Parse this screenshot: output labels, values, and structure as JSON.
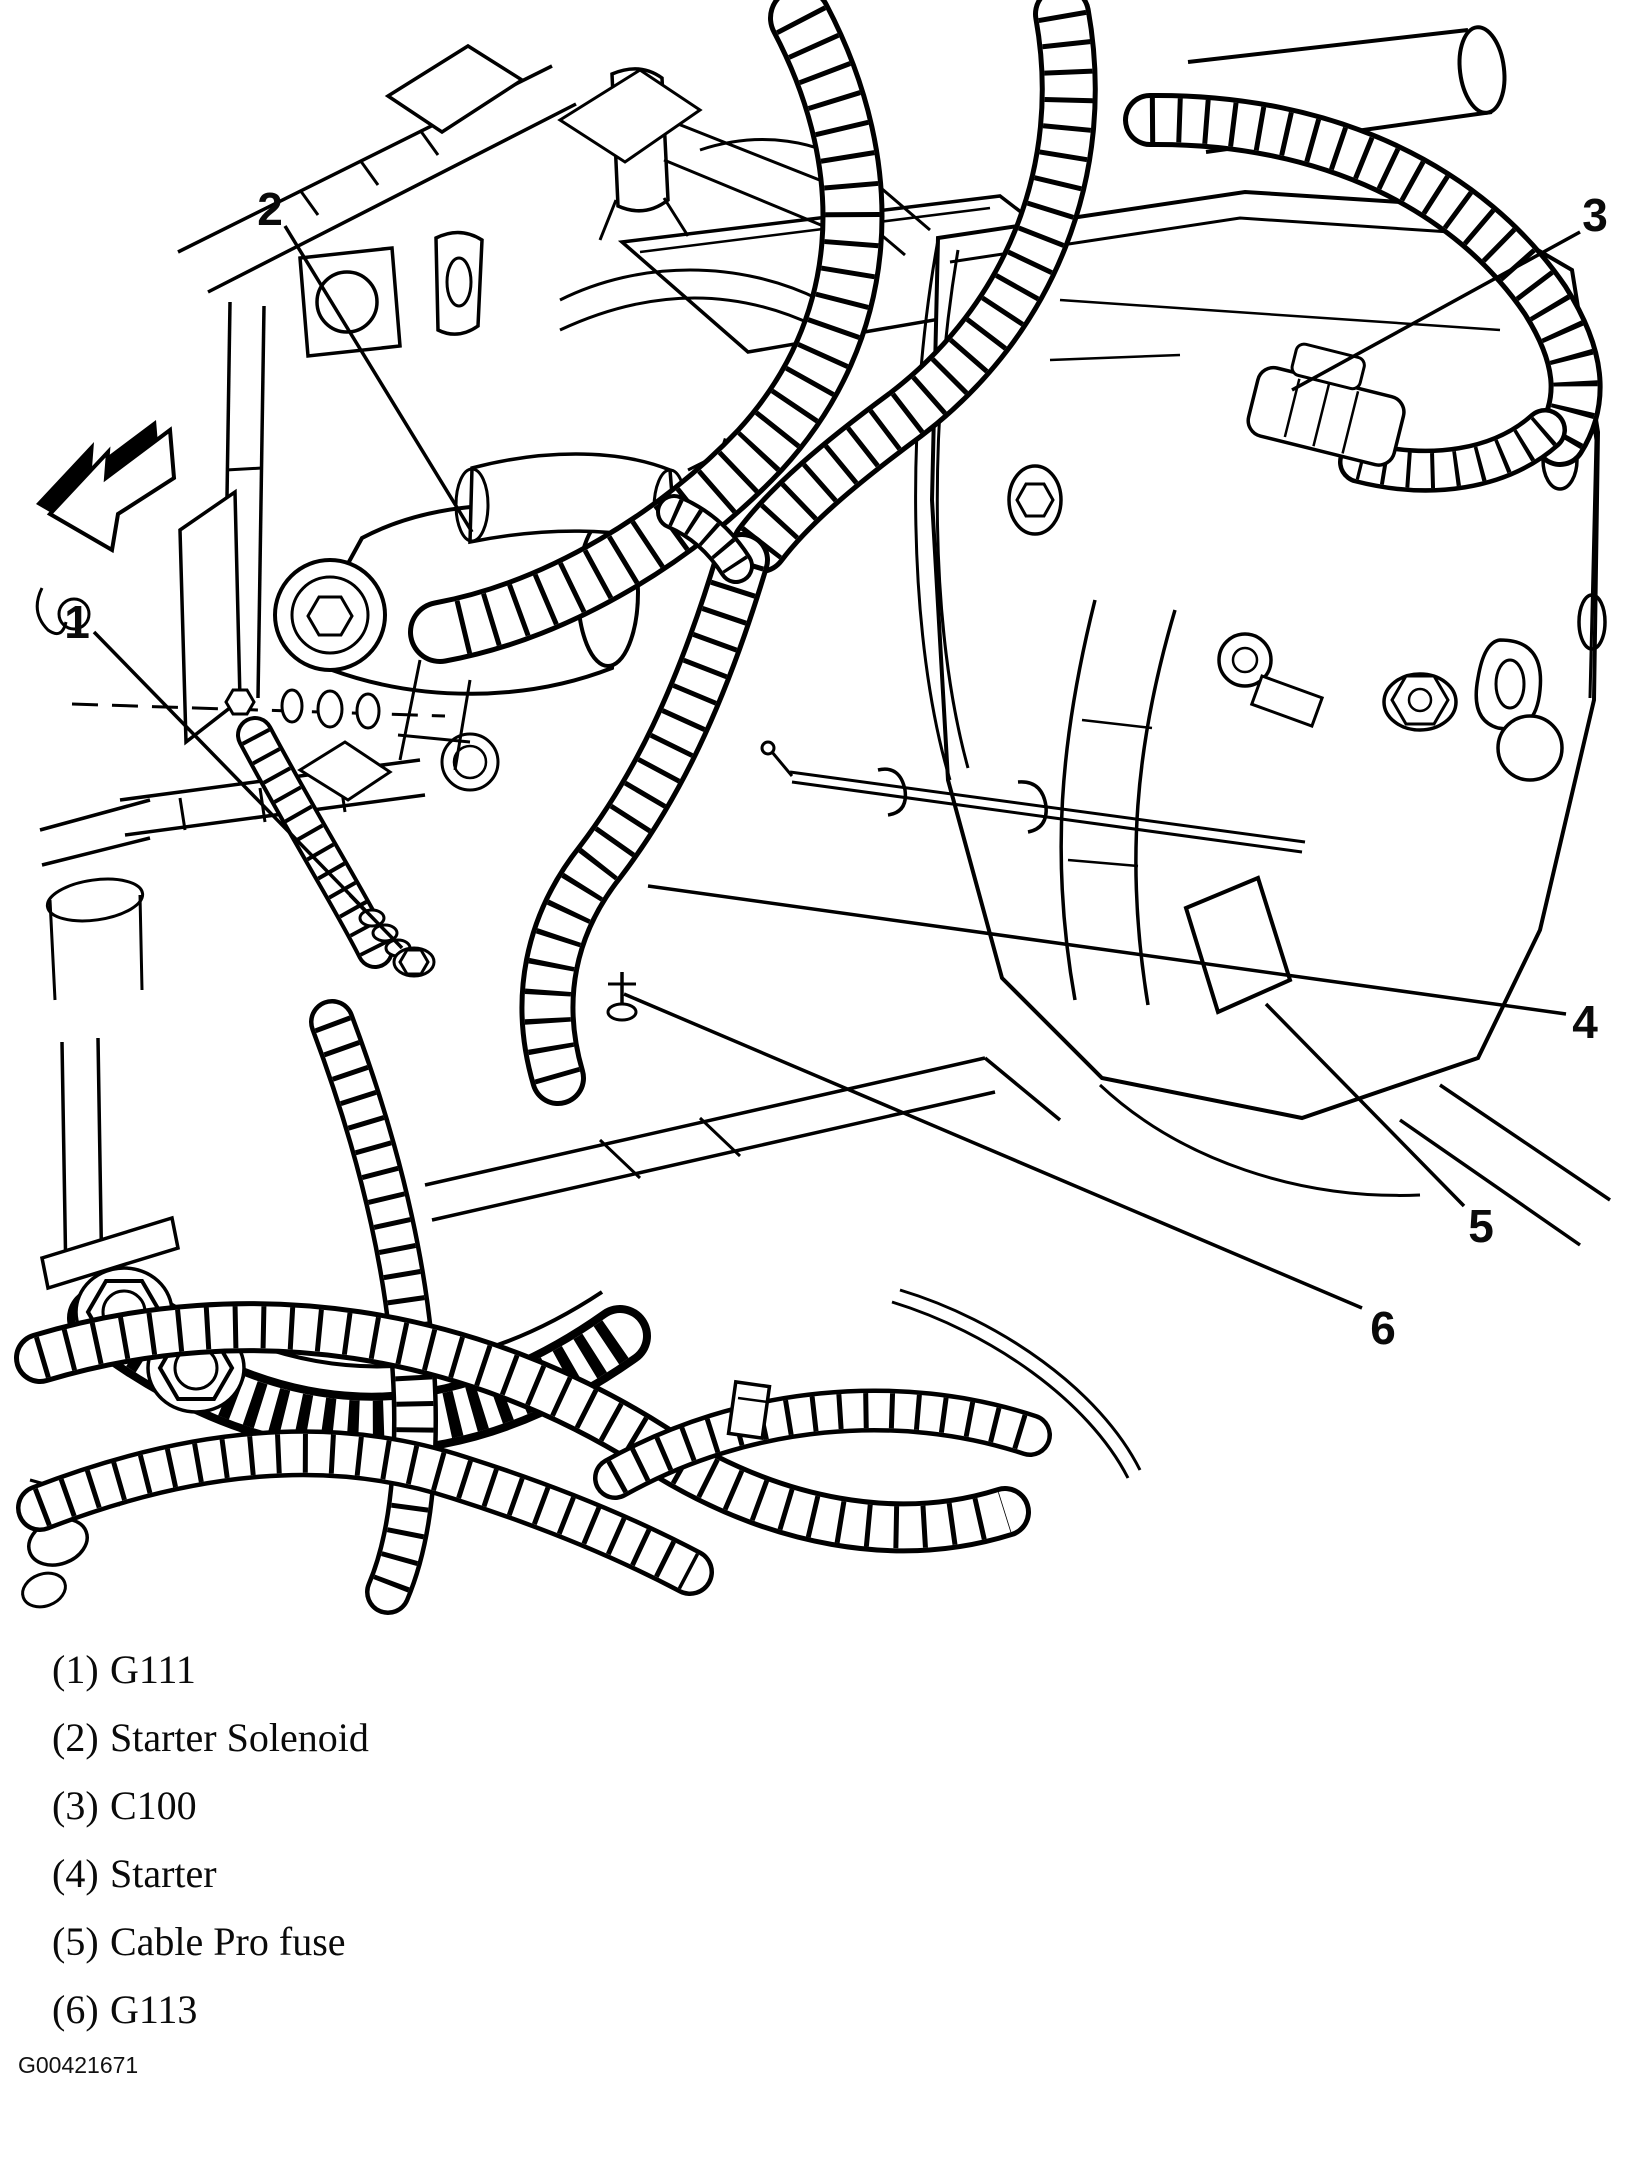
{
  "figure": {
    "callouts": [
      {
        "n": "1"
      },
      {
        "n": "2"
      },
      {
        "n": "3"
      },
      {
        "n": "4"
      },
      {
        "n": "5"
      },
      {
        "n": "6"
      }
    ],
    "legend": [
      {
        "marker": "(1)",
        "label": "G111"
      },
      {
        "marker": "(2)",
        "label": "Starter Solenoid"
      },
      {
        "marker": "(3)",
        "label": "C100"
      },
      {
        "marker": "(4)",
        "label": "Starter"
      },
      {
        "marker": "(5)",
        "label": "Cable Pro fuse"
      },
      {
        "marker": "(6)",
        "label": "G113"
      }
    ],
    "code": "G00421671"
  }
}
